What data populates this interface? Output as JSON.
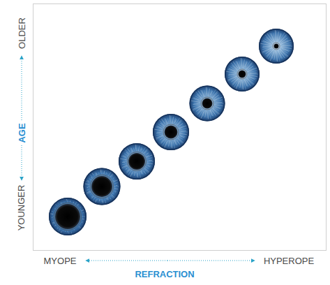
{
  "diagram": {
    "labels": [
      "OLDER",
      "AGE",
      "YOUNGER",
      "MYOPE",
      "REFRACTION",
      "HYPEROPE"
    ]
  }
}
